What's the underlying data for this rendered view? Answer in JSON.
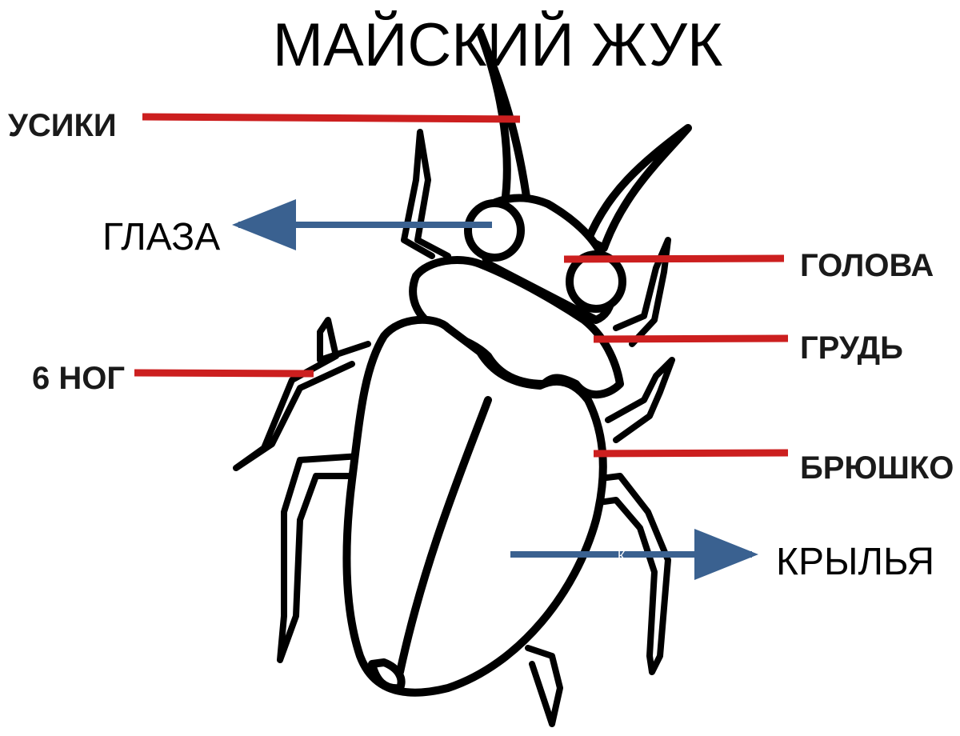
{
  "title": "МАЙСКИЙ ЖУК",
  "colors": {
    "pointer_red": "#cc1f1f",
    "pointer_blue": "#3a6190",
    "outline": "#000000",
    "background": "#ffffff"
  },
  "labels": {
    "antennae": "УСИКИ",
    "eyes": "ГЛАЗА",
    "legs": "6 НОГ",
    "head": "ГОЛОВА",
    "thorax": "ГРУДЬ",
    "abdomen": "БРЮШКО",
    "wings": "КРЫЛЬЯ",
    "wings_stray_letter": "К"
  }
}
